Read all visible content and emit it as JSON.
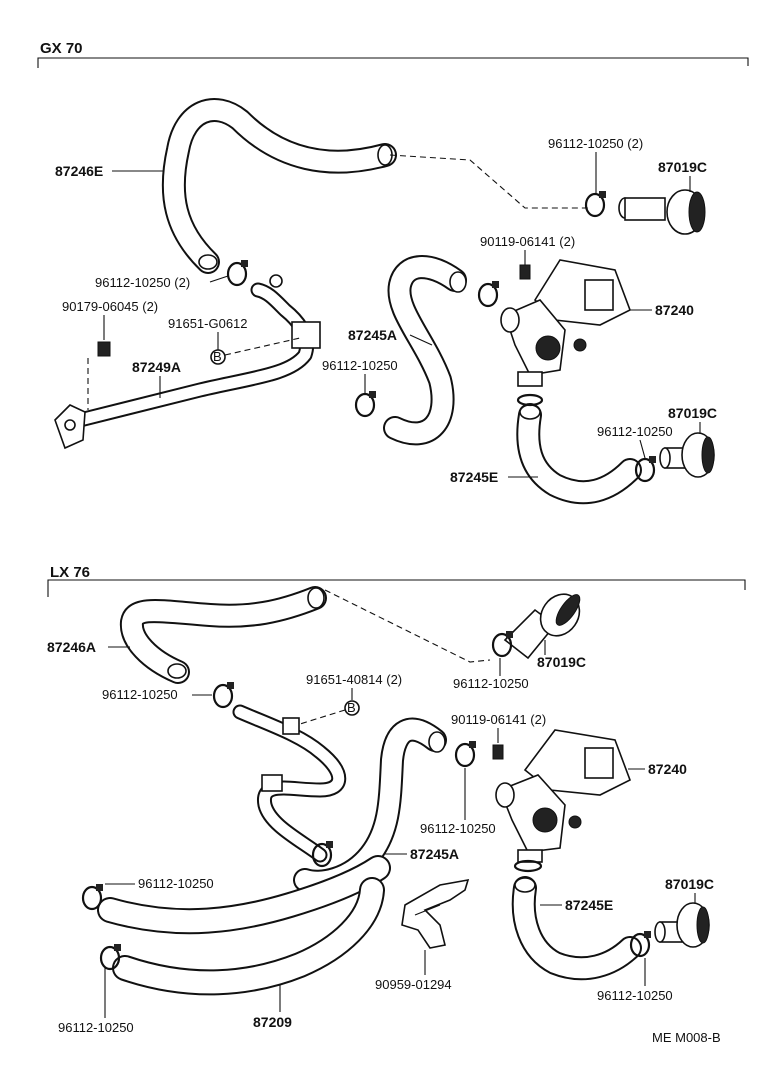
{
  "sections": {
    "gx70": "GX 70",
    "lx76": "LX 76"
  },
  "gx70": {
    "p87246e": "87246E",
    "p96112_top": "96112-10250 (2)",
    "p87019c_top": "87019C",
    "p90119": "90119-06141 (2)",
    "p96112_left": "96112-10250 (2)",
    "p87240": "87240",
    "p90179": "90179-06045 (2)",
    "p91651": "91651-G0612",
    "p87245a": "87245A",
    "p87249a": "87249A",
    "p96112_mid": "96112-10250",
    "p87019c_low": "87019C",
    "p96112_low": "96112-10250",
    "p87245e": "87245E",
    "bolt_mark": "B"
  },
  "lx76": {
    "p87246a": "87246A",
    "p87019c_top": "87019C",
    "p96112_top": "96112-10250",
    "p96112_left": "96112-10250",
    "p91651": "91651-40814 (2)",
    "p90119": "90119-06141 (2)",
    "p87240": "87240",
    "p96112_mid": "96112-10250",
    "p87245a": "87245A",
    "p87019c_low": "87019C",
    "p96112_a": "96112-10250",
    "p87245e": "87245E",
    "p96112_b": "96112-10250",
    "p90959": "90959-01294",
    "p96112_low": "96112-10250",
    "p87209": "87209",
    "bolt_mark": "B"
  },
  "footer": {
    "code": "ME  M008-B"
  }
}
